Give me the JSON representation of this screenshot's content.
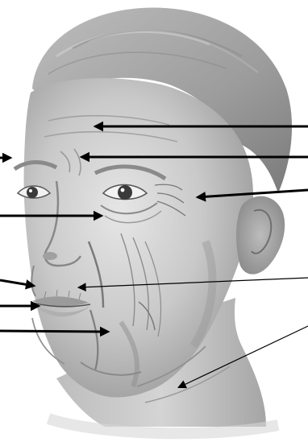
{
  "diagram": {
    "subject": "aging-face-illustration",
    "colors": {
      "background": "#ffffff",
      "skin_light": "#dedede",
      "skin_mid": "#b9b9b9",
      "skin_shadow": "#8f8f8f",
      "hair": "#a9a9a9",
      "hair_dark": "#7c7c7c",
      "line": "#000000",
      "wrinkle": "#6a6a6a"
    },
    "pointers": [
      {
        "id": "forehead-lines",
        "side": "right",
        "style": "bold"
      },
      {
        "id": "frown-lines",
        "side": "right",
        "style": "bold"
      },
      {
        "id": "crows-feet",
        "side": "right",
        "style": "bold"
      },
      {
        "id": "glabella",
        "side": "left",
        "style": "bold"
      },
      {
        "id": "under-eye-bags",
        "side": "left",
        "style": "bold"
      },
      {
        "id": "nasolabial-fold",
        "side": "left",
        "style": "bold"
      },
      {
        "id": "lip-lines",
        "side": "left",
        "style": "bold"
      },
      {
        "id": "marionette-lines",
        "side": "left",
        "style": "bold"
      },
      {
        "id": "cheek-fold",
        "side": "right",
        "style": "thin"
      },
      {
        "id": "neck-sagging",
        "side": "right",
        "style": "thin"
      }
    ]
  }
}
